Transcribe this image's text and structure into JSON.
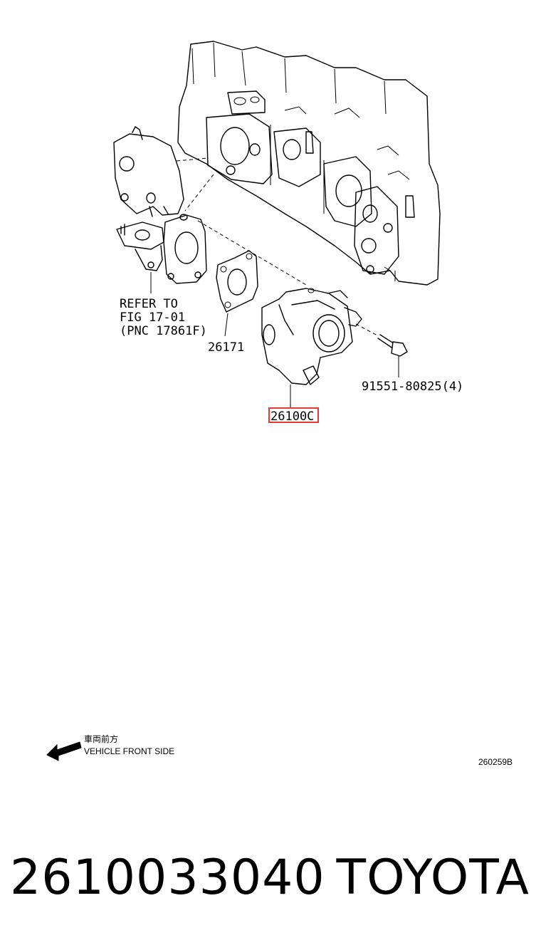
{
  "labels": {
    "refer_line1": "REFER TO",
    "refer_line2": "FIG 17-01",
    "refer_line3": "(PNC 17861F)",
    "gasket_part": "26171",
    "bolt_part": "91551-80825(4)",
    "throttle_body_part": "26100C",
    "front_jp": "車両前方",
    "front_en": "VEHICLE FRONT SIDE",
    "figure_code": "260259B"
  },
  "footer": {
    "part_number": "2610033040",
    "brand": "TOYOTA"
  },
  "colors": {
    "highlight": "#e53935",
    "ink": "#000000"
  }
}
